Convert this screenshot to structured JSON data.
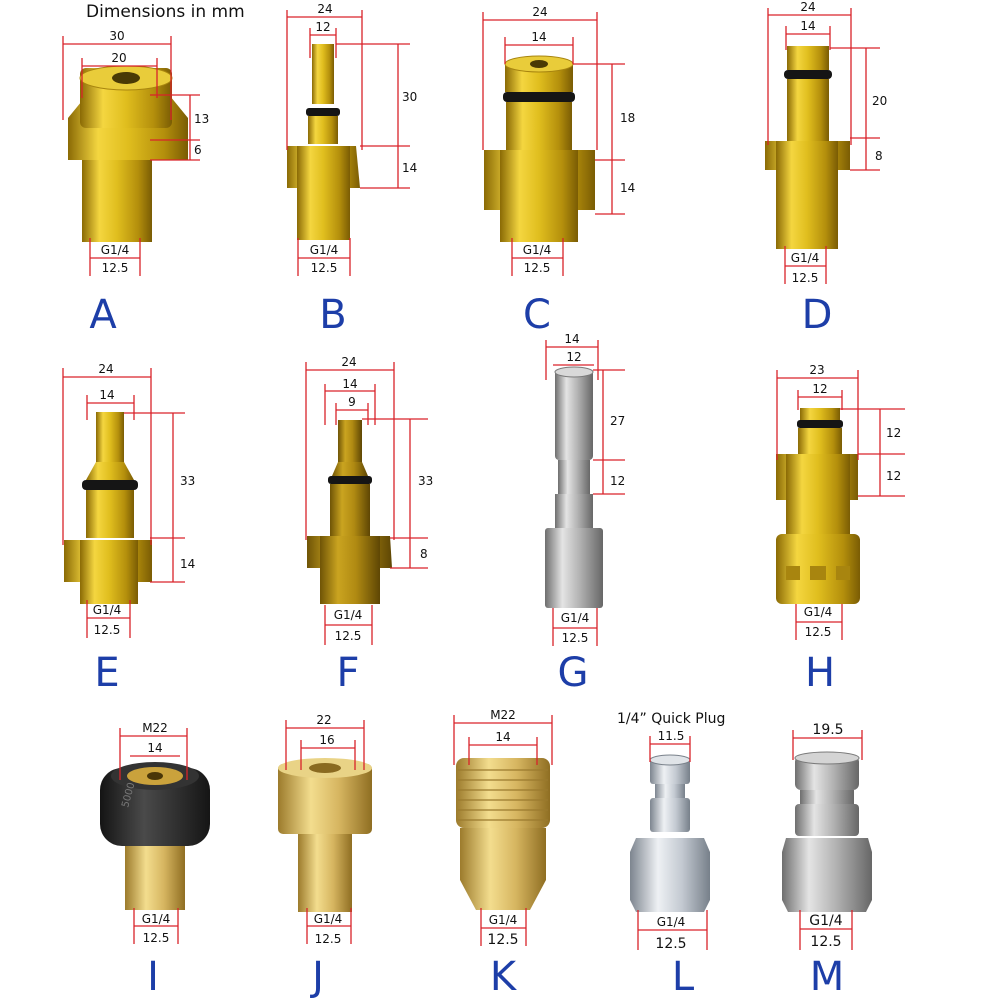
{
  "title": "Dimensions in mm",
  "thread_label": "G1/4",
  "colors": {
    "brass_gold": "#d9b21a",
    "brass_dark": "#a88410",
    "brass_yellow": "#e6c75a",
    "steel": "#b8b8b8",
    "steel_dark": "#8a8a8a",
    "zinc": "#cfd4da",
    "rubber_black": "#2a2a2a",
    "oring": "#151515",
    "dimension_line": "#d9232a",
    "letter_blue": "#1d3ea8"
  },
  "adapters": [
    {
      "id": "A",
      "width_dims": [
        "30",
        "20"
      ],
      "height_dims": [
        "13",
        "6"
      ],
      "bottom_dims": [
        "G1/4",
        "12.5"
      ],
      "material": "brass_gold"
    },
    {
      "id": "B",
      "width_dims": [
        "24",
        "12"
      ],
      "height_dims": [
        "30",
        "14"
      ],
      "bottom_dims": [
        "G1/4",
        "12.5"
      ],
      "material": "brass_gold"
    },
    {
      "id": "C",
      "width_dims": [
        "24",
        "14"
      ],
      "height_dims": [
        "18",
        "14"
      ],
      "bottom_dims": [
        "G1/4",
        "12.5"
      ],
      "material": "brass_gold"
    },
    {
      "id": "D",
      "width_dims": [
        "24",
        "14"
      ],
      "height_dims": [
        "20",
        "8"
      ],
      "bottom_dims": [
        "G1/4",
        "12.5"
      ],
      "material": "brass_gold"
    },
    {
      "id": "E",
      "width_dims": [
        "24",
        "14"
      ],
      "height_dims": [
        "33",
        "14"
      ],
      "bottom_dims": [
        "G1/4",
        "12.5"
      ],
      "material": "brass_gold"
    },
    {
      "id": "F",
      "width_dims": [
        "24",
        "14",
        "9"
      ],
      "height_dims": [
        "33",
        "8"
      ],
      "bottom_dims": [
        "G1/4",
        "12.5"
      ],
      "material": "brass_dark"
    },
    {
      "id": "G",
      "width_dims": [
        "14",
        "12"
      ],
      "height_dims": [
        "27",
        "12"
      ],
      "bottom_dims": [
        "G1/4",
        "12.5"
      ],
      "material": "steel"
    },
    {
      "id": "H",
      "width_dims": [
        "23",
        "12"
      ],
      "height_dims": [
        "12",
        "12"
      ],
      "bottom_dims": [
        "G1/4",
        "12.5"
      ],
      "material": "brass_gold"
    },
    {
      "id": "I",
      "width_dims": [
        "M22",
        "14"
      ],
      "height_dims": [],
      "bottom_dims": [
        "G1/4",
        "12.5"
      ],
      "material": "rubber_black"
    },
    {
      "id": "J",
      "width_dims": [
        "22",
        "16"
      ],
      "height_dims": [],
      "bottom_dims": [
        "G1/4",
        "12.5"
      ],
      "material": "brass_yellow"
    },
    {
      "id": "K",
      "width_dims": [
        "M22",
        "14"
      ],
      "height_dims": [],
      "bottom_dims": [
        "G1/4",
        "12.5"
      ],
      "material": "brass_yellow"
    },
    {
      "id": "L",
      "title": "1/4” Quick Plug",
      "width_dims": [
        "11.5"
      ],
      "height_dims": [],
      "bottom_dims": [
        "G1/4",
        "12.5"
      ],
      "material": "zinc"
    },
    {
      "id": "M",
      "width_dims": [
        "19.5"
      ],
      "height_dims": [],
      "bottom_dims": [
        "G1/4",
        "12.5"
      ],
      "material": "steel"
    }
  ],
  "stamp_text_I": "5000"
}
